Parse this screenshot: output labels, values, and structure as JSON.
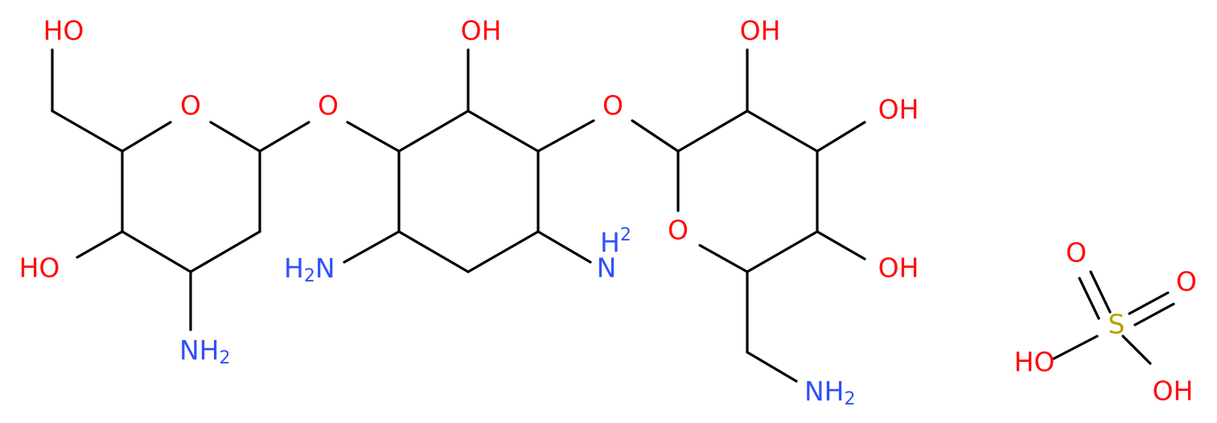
{
  "colors": {
    "bond": "#000000",
    "oxygen": "#ff0d0d",
    "nitrogen": "#3050f8",
    "sulfur": "#b8a000",
    "background": "#ffffff"
  },
  "labels": {
    "ho_top_left": "HO",
    "ring1_o": "O",
    "link_o_1": "O",
    "ho_ring1": "HO",
    "nh2_ring1_n": "NH",
    "nh2_ring1_sub": "2",
    "oh_ring2_top": "OH",
    "h2n_ring2_h": "H",
    "h2n_ring2_sub": "2",
    "h2n_ring2_n": "N",
    "nh2_ring2_h": "H",
    "nh2_ring2_sub": "2",
    "nh2_ring2_n": "N",
    "link_o_2": "O",
    "oh_ring3_top": "OH",
    "oh_ring3_mid": "OH",
    "ring3_o": "O",
    "oh_ring3_low": "OH",
    "nh2_bottom_n": "NH",
    "nh2_bottom_sub": "2",
    "sulfate_o_top": "O",
    "sulfate_o_right": "O",
    "sulfate_s": "S",
    "sulfate_ho": "HO",
    "sulfate_oh": "OH"
  }
}
